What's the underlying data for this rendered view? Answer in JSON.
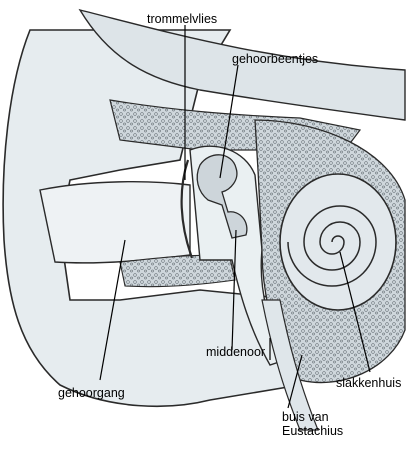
{
  "diagram": {
    "labels": {
      "trommelvlies": "trommelvlies",
      "gehoorbeentjes": "gehoorbeentjes",
      "middenoor": "middenoor",
      "slakkenhuis": "slakkenhuis",
      "gehoorgang": "gehoorgang",
      "buis_van_eustachius": "buis van\nEustachius"
    },
    "colors": {
      "outline": "#2a2a2a",
      "tissue": "#e4eaee",
      "bone": "#c9d2d8",
      "background": "#ffffff"
    }
  }
}
